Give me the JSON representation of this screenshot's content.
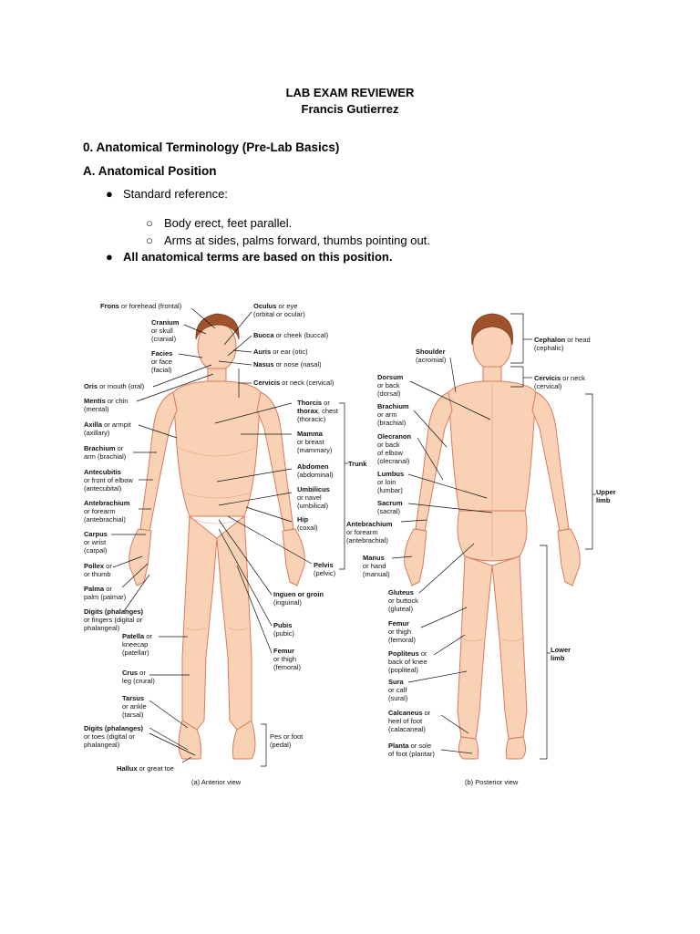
{
  "document": {
    "title": "LAB EXAM REVIEWER",
    "author": "Francis Gutierrez",
    "section": "0. Anatomical Terminology (Pre-Lab Basics)",
    "subsection": "A. Anatomical Position",
    "bullet1": "Standard reference:",
    "sub1": "Body erect, feet parallel.",
    "sub2": "Arms at sides, palms forward, thumbs pointing out.",
    "bullet2": "All anatomical terms are based on this position."
  },
  "figure": {
    "anterior_caption": "(a) Anterior view",
    "posterior_caption": "(b) Posterior view",
    "anterior_labels": [
      {
        "b": "Frons",
        "t": " or forehead (frontal)"
      },
      {
        "b": "Cranium",
        "t": ""
      },
      {
        "b": "",
        "t": "or skull"
      },
      {
        "b": "",
        "t": "(cranial)"
      },
      {
        "b": "Facies",
        "t": ""
      },
      {
        "b": "",
        "t": "or face"
      },
      {
        "b": "",
        "t": "(facial)"
      },
      {
        "b": "Oris",
        "t": " or mouth (oral)"
      },
      {
        "b": "Mentis",
        "t": " or chin"
      },
      {
        "b": "",
        "t": "(mental)"
      },
      {
        "b": "Axilla",
        "t": " or armpit"
      },
      {
        "b": "",
        "t": "(axillary)"
      },
      {
        "b": "Brachium",
        "t": " or"
      },
      {
        "b": "",
        "t": "arm (brachial)"
      },
      {
        "b": "Antecubitis",
        "t": ""
      },
      {
        "b": "",
        "t": "or front of elbow"
      },
      {
        "b": "",
        "t": "(antecubital)"
      },
      {
        "b": "Antebrachium",
        "t": ""
      },
      {
        "b": "",
        "t": "or forearm"
      },
      {
        "b": "",
        "t": "(antebrachial)"
      },
      {
        "b": "Carpus",
        "t": ""
      },
      {
        "b": "",
        "t": "or wrist"
      },
      {
        "b": "",
        "t": "(carpal)"
      },
      {
        "b": "Pollex",
        "t": " or"
      },
      {
        "b": "",
        "t": "or thumb"
      },
      {
        "b": "Palma",
        "t": " or"
      },
      {
        "b": "",
        "t": "palm (palmar)"
      },
      {
        "b": "Digits (phalanges)",
        "t": ""
      },
      {
        "b": "",
        "t": "or fingers (digital or"
      },
      {
        "b": "",
        "t": "phalangeal)"
      },
      {
        "b": "Patella",
        "t": " or"
      },
      {
        "b": "",
        "t": "kneecap"
      },
      {
        "b": "",
        "t": "(patellar)"
      },
      {
        "b": "Crus",
        "t": " or"
      },
      {
        "b": "",
        "t": "leg (crural)"
      },
      {
        "b": "Tarsus",
        "t": ""
      },
      {
        "b": "",
        "t": "or ankle"
      },
      {
        "b": "",
        "t": "(tarsal)"
      },
      {
        "b": "Digits (phalanges)",
        "t": ""
      },
      {
        "b": "",
        "t": "or toes (digital or"
      },
      {
        "b": "",
        "t": "phalangeal)"
      },
      {
        "b": "Hallux",
        "t": " or great toe"
      },
      {
        "b": "Oculus",
        "t": " or eye"
      },
      {
        "b": "",
        "t": "(orbital or ocular)"
      },
      {
        "b": "Bucca",
        "t": " or cheek (buccal)"
      },
      {
        "b": "Auris",
        "t": " or ear (otic)"
      },
      {
        "b": "Nasus",
        "t": " or nose (nasal)"
      },
      {
        "b": "Cervicis",
        "t": " or neck (cervical)"
      },
      {
        "b": "Thorcis",
        "t": " or"
      },
      {
        "b": "thorax",
        "t": ", chest"
      },
      {
        "b": "",
        "t": "(thoracic)"
      },
      {
        "b": "Mamma",
        "t": ""
      },
      {
        "b": "",
        "t": "or breast"
      },
      {
        "b": "",
        "t": "(mammary)"
      },
      {
        "b": "Abdomen",
        "t": ""
      },
      {
        "b": "",
        "t": "(abdominal)"
      },
      {
        "b": "Umbilicus",
        "t": ""
      },
      {
        "b": "",
        "t": "or navel"
      },
      {
        "b": "",
        "t": "(umbilical)"
      },
      {
        "b": "Hip",
        "t": ""
      },
      {
        "b": "",
        "t": "(coxal)"
      },
      {
        "b": "Pelvis",
        "t": ""
      },
      {
        "b": "",
        "t": "(pelvic)"
      },
      {
        "b": "Inguen or groin",
        "t": ""
      },
      {
        "b": "",
        "t": "(inguinal)"
      },
      {
        "b": "Pubis",
        "t": ""
      },
      {
        "b": "",
        "t": "(pubic)"
      },
      {
        "b": "Femur",
        "t": ""
      },
      {
        "b": "",
        "t": "or thigh"
      },
      {
        "b": "",
        "t": "(femoral)"
      },
      {
        "b": "",
        "t": "Pes or foot"
      },
      {
        "b": "",
        "t": "(pedal)"
      },
      {
        "b": "Trunk",
        "t": ""
      }
    ],
    "posterior_labels": [
      {
        "b": "Cephalon",
        "t": " or head"
      },
      {
        "b": "",
        "t": "(cephalic)"
      },
      {
        "b": "Shoulder",
        "t": ""
      },
      {
        "b": "",
        "t": "(acromial)"
      },
      {
        "b": "Cervicis",
        "t": " or neck"
      },
      {
        "b": "",
        "t": "(cervical)"
      },
      {
        "b": "Dorsum",
        "t": ""
      },
      {
        "b": "",
        "t": "or back"
      },
      {
        "b": "",
        "t": "(dorsal)"
      },
      {
        "b": "Brachium",
        "t": ""
      },
      {
        "b": "",
        "t": "or arm"
      },
      {
        "b": "",
        "t": "(brachial)"
      },
      {
        "b": "Olecranon",
        "t": ""
      },
      {
        "b": "",
        "t": "or back"
      },
      {
        "b": "",
        "t": "of elbow"
      },
      {
        "b": "",
        "t": "(olecranal)"
      },
      {
        "b": "Lumbus",
        "t": ""
      },
      {
        "b": "",
        "t": "or loin"
      },
      {
        "b": "",
        "t": "(lumbar)"
      },
      {
        "b": "Sacrum",
        "t": ""
      },
      {
        "b": "",
        "t": "(sacral)"
      },
      {
        "b": "Antebrachium",
        "t": ""
      },
      {
        "b": "",
        "t": "or forearm"
      },
      {
        "b": "",
        "t": "(antebrachial)"
      },
      {
        "b": "Manus",
        "t": ""
      },
      {
        "b": "",
        "t": "or hand"
      },
      {
        "b": "",
        "t": "(manual)"
      },
      {
        "b": "Gluteus",
        "t": ""
      },
      {
        "b": "",
        "t": "or buttock"
      },
      {
        "b": "",
        "t": "(gluteal)"
      },
      {
        "b": "Femur",
        "t": ""
      },
      {
        "b": "",
        "t": "or thigh"
      },
      {
        "b": "",
        "t": "(femoral)"
      },
      {
        "b": "Popliteus",
        "t": " or"
      },
      {
        "b": "",
        "t": "back of knee"
      },
      {
        "b": "",
        "t": "(popliteal)"
      },
      {
        "b": "Sura",
        "t": ""
      },
      {
        "b": "",
        "t": "or calf"
      },
      {
        "b": "",
        "t": "(sural)"
      },
      {
        "b": "Calcaneus",
        "t": " or"
      },
      {
        "b": "",
        "t": "heel of foot"
      },
      {
        "b": "",
        "t": "(calacaneal)"
      },
      {
        "b": "Planta",
        "t": " or sole"
      },
      {
        "b": "",
        "t": "of foot (plantar)"
      },
      {
        "b": "Upper",
        "t": ""
      },
      {
        "b": "limb",
        "t": ""
      },
      {
        "b": "Lower",
        "t": ""
      },
      {
        "b": "limb",
        "t": ""
      }
    ]
  }
}
